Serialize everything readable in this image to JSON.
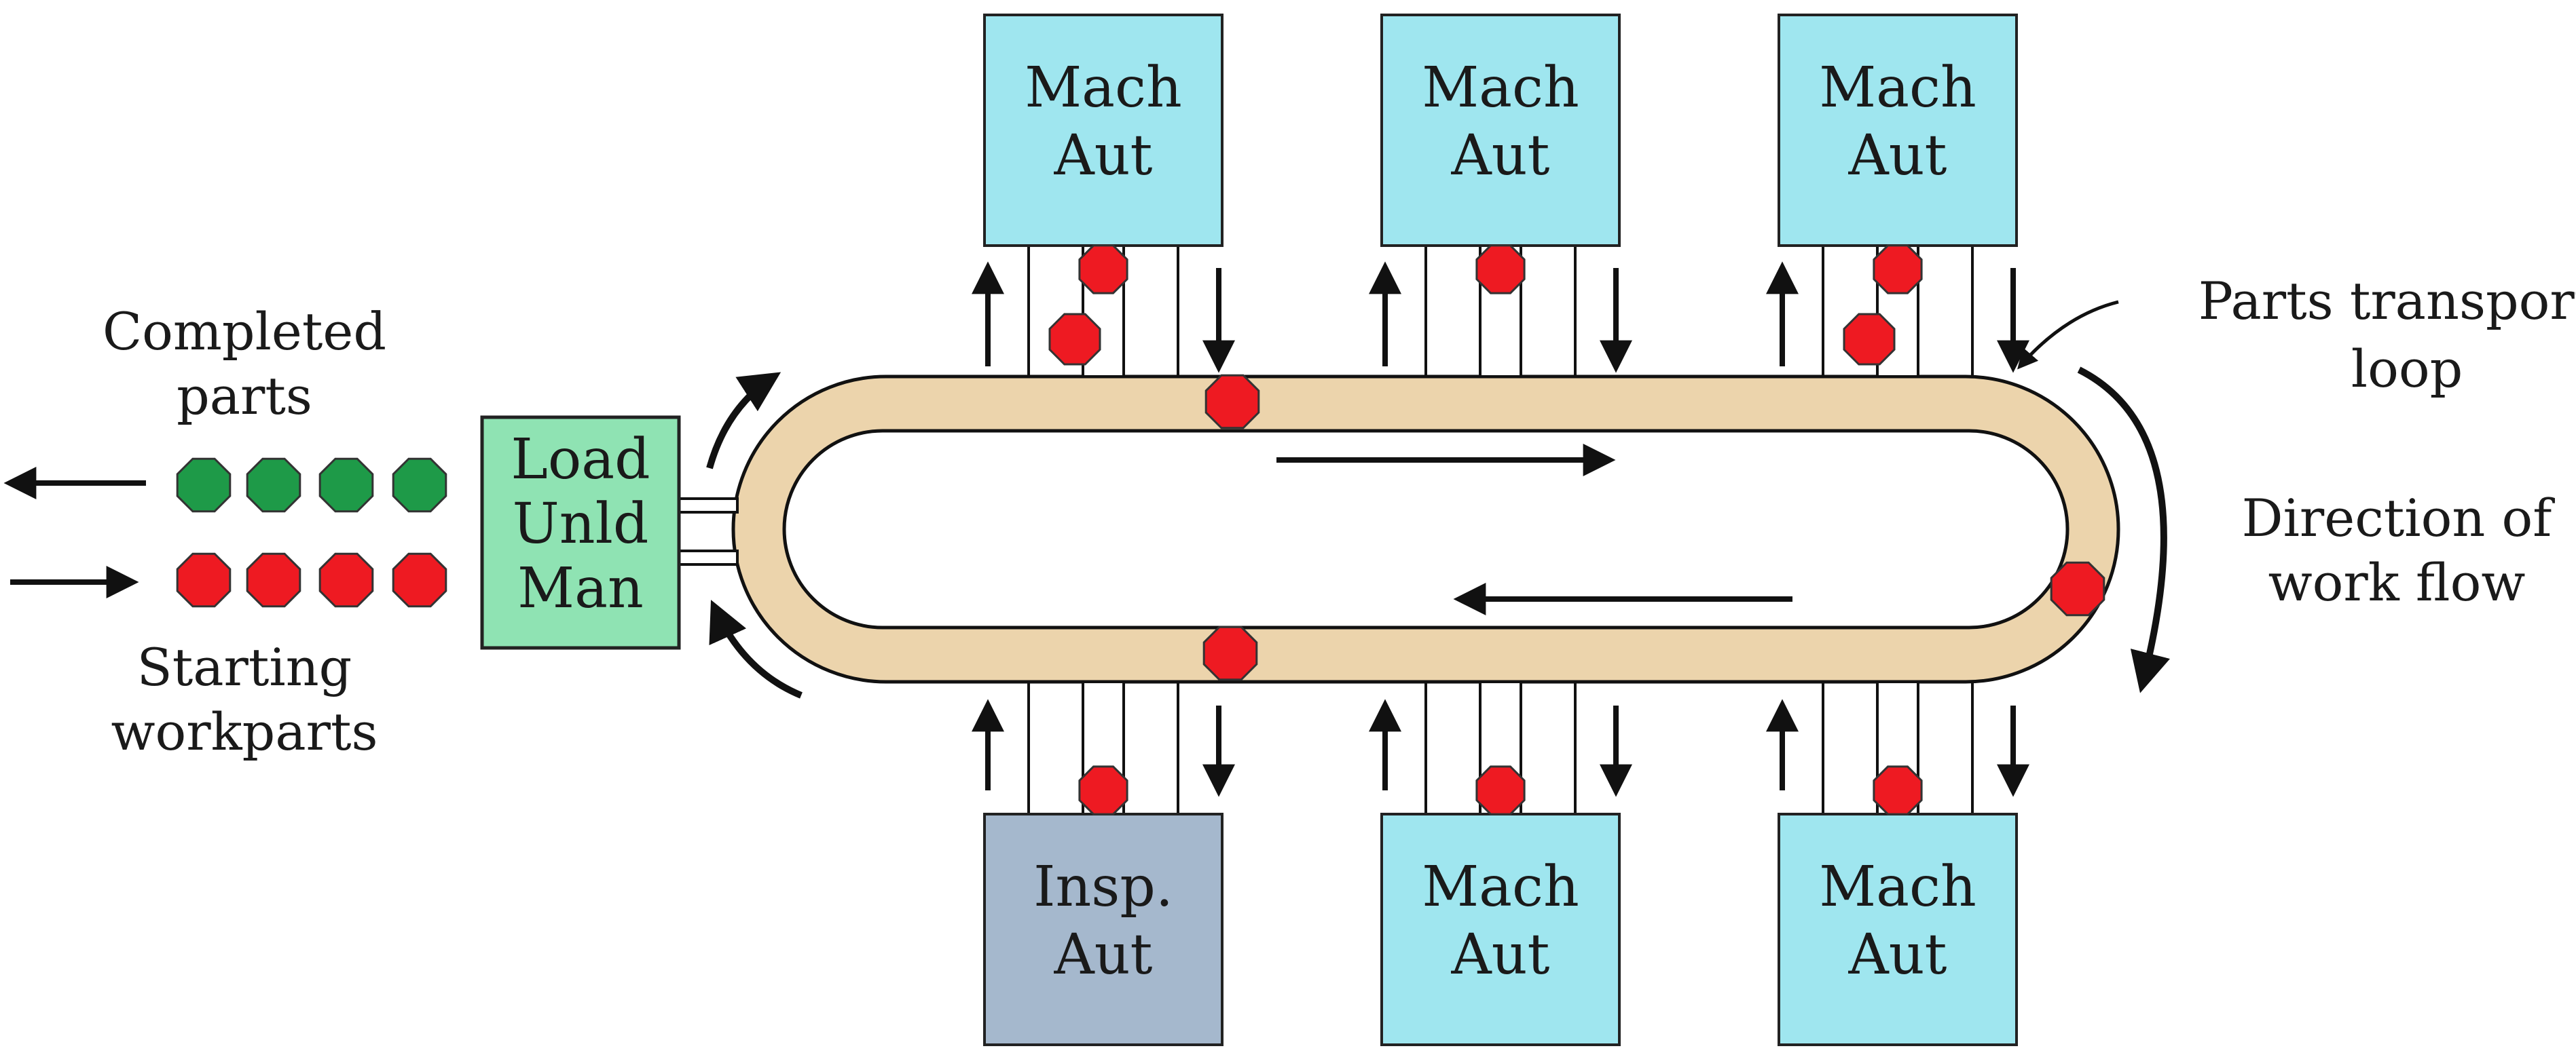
{
  "labels": {
    "completed_parts": [
      "Completed",
      "parts"
    ],
    "starting_workparts": [
      "Starting",
      "workparts"
    ],
    "load_station": [
      "Load",
      "Unld",
      "Man"
    ],
    "transport_loop": [
      "Parts transport",
      "loop"
    ],
    "direction": [
      "Direction of",
      "work flow"
    ]
  },
  "stations": {
    "top": [
      {
        "lines": [
          "Mach",
          "Aut"
        ],
        "kind": "machine"
      },
      {
        "lines": [
          "Mach",
          "Aut"
        ],
        "kind": "machine"
      },
      {
        "lines": [
          "Mach",
          "Aut"
        ],
        "kind": "machine"
      }
    ],
    "bottom": [
      {
        "lines": [
          "Insp.",
          "Aut"
        ],
        "kind": "inspection"
      },
      {
        "lines": [
          "Mach",
          "Aut"
        ],
        "kind": "machine"
      },
      {
        "lines": [
          "Mach",
          "Aut"
        ],
        "kind": "machine"
      }
    ]
  },
  "colors": {
    "machine_fill": "#9fe6ef",
    "inspection_fill": "#a5b8cd",
    "load_fill": "#8fe3b3",
    "loop_fill": "#ecd4ac",
    "starting_part": "#ee1a22",
    "completed_part": "#1e9a48",
    "line": "#111111"
  },
  "icons": {
    "part_marker": "red-octagon",
    "completed_marker": "green-octagon",
    "flow_arrow": "arrow"
  }
}
